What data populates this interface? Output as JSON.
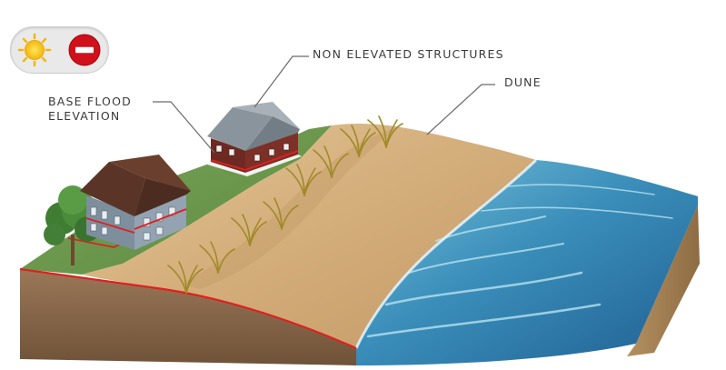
{
  "labels": {
    "non_elevated": "NON ELEVATED STRUCTURES",
    "dune": "DUNE",
    "bfe_line1": "BASE FLOOD",
    "bfe_line2": "ELEVATION"
  },
  "toggle": {
    "left_icon": "sun-icon",
    "right_icon": "no-entry-icon"
  },
  "colors": {
    "flood_line": "#e02020",
    "water": "#3a8fb7",
    "sand": "#d4b07f",
    "grass": "#6e9a4e",
    "soil": "#8a6a4c"
  }
}
